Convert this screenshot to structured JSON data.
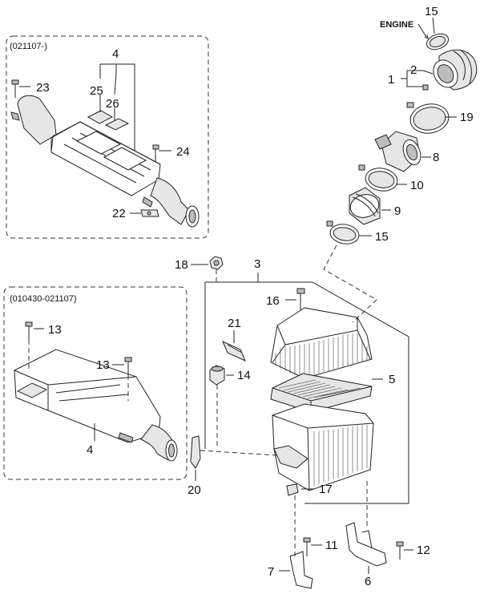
{
  "variants": {
    "upper": "(021107-)",
    "lower": "(010430-021107)"
  },
  "engine_label": "ENGINE",
  "callouts": {
    "p1": "1",
    "p2": "2",
    "p3": "3",
    "p4_upper": "4",
    "p4_lower": "4",
    "p5": "5",
    "p6": "6",
    "p7": "7",
    "p8": "8",
    "p9": "9",
    "p10": "10",
    "p11": "11",
    "p12": "12",
    "p13_a": "13",
    "p13_b": "13",
    "p14": "14",
    "p15_top": "15",
    "p15_mid": "15",
    "p16": "16",
    "p17": "17",
    "p18": "18",
    "p19": "19",
    "p20": "20",
    "p21": "21",
    "p22": "22",
    "p23": "23",
    "p24": "24",
    "p25": "25",
    "p26": "26"
  }
}
